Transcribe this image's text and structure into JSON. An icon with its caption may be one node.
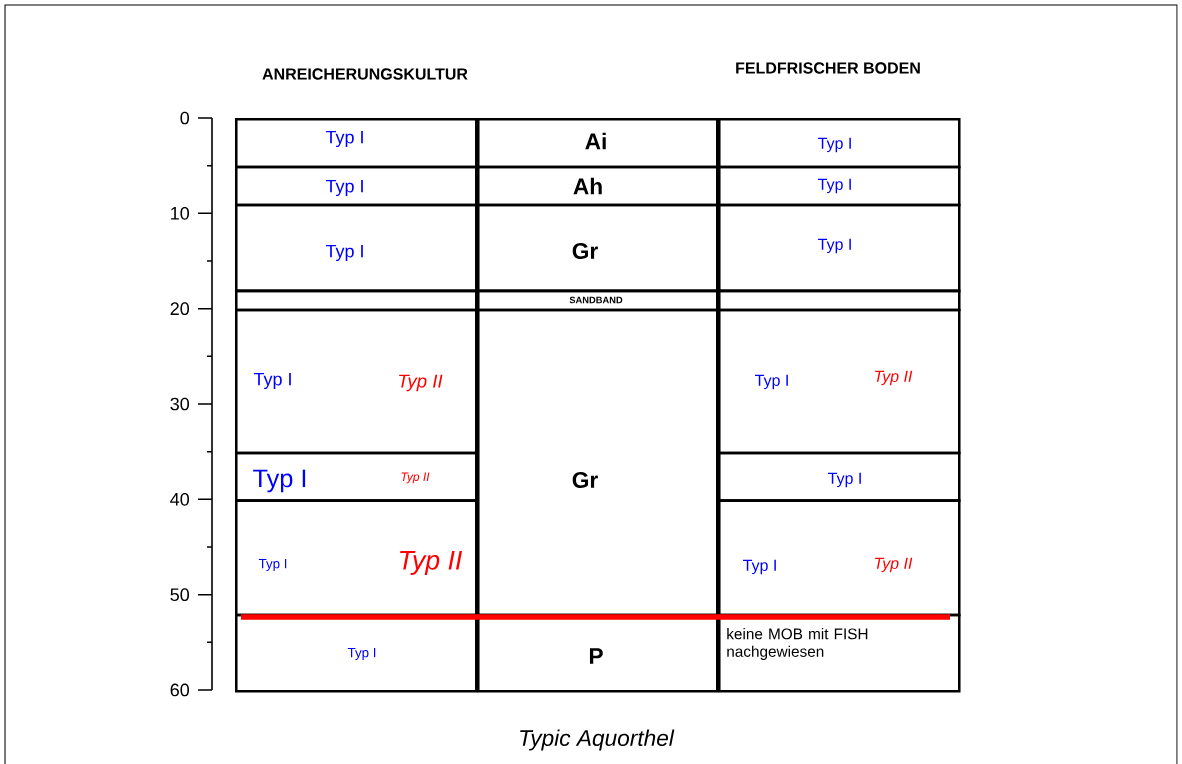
{
  "diagram": {
    "caption": "Typic Aquorthel",
    "nodes": [
      {
        "text": [
          "Typ I"
        ]
      },
      {
        "text": [
          "Ai"
        ]
      },
      {
        "text": [
          "Typ I"
        ]
      },
      {
        "text": [
          "Typ I"
        ]
      },
      {
        "text": [
          "Ah"
        ]
      },
      {
        "text": [
          "Typ I"
        ]
      },
      {
        "text": [
          "Typ I"
        ]
      },
      {
        "text": [
          "Gr"
        ]
      },
      {
        "text": [
          "Typ I"
        ]
      },
      {
        "text": [],
        "shape": "box"
      },
      {
        "text": [
          "SANDBAND"
        ]
      },
      {
        "text": [],
        "shape": "box"
      },
      {
        "text": [
          "Typ I",
          "Typ II"
        ]
      },
      {
        "text": [
          "Gr"
        ]
      },
      {
        "text": [
          "Typ I",
          "Typ II"
        ]
      },
      {
        "text": [
          "Typ I",
          "Typ II"
        ]
      },
      {
        "text": [
          "Typ I"
        ]
      },
      {
        "text": [
          "Typ I",
          "Typ II"
        ]
      },
      {
        "text": [
          "Typ I",
          "Typ II"
        ]
      },
      {
        "text": [
          "Typ I"
        ]
      },
      {
        "text": [
          "P"
        ]
      },
      {
        "text": [
          "keine MOB mit FISH nachgewiesen"
        ]
      }
    ],
    "labels": [
      "ANREICHERUNGSKULTUR",
      "FELDFRISCHER BODEN",
      "0",
      "10",
      "20",
      "30",
      "40",
      "50",
      "60"
    ]
  }
}
